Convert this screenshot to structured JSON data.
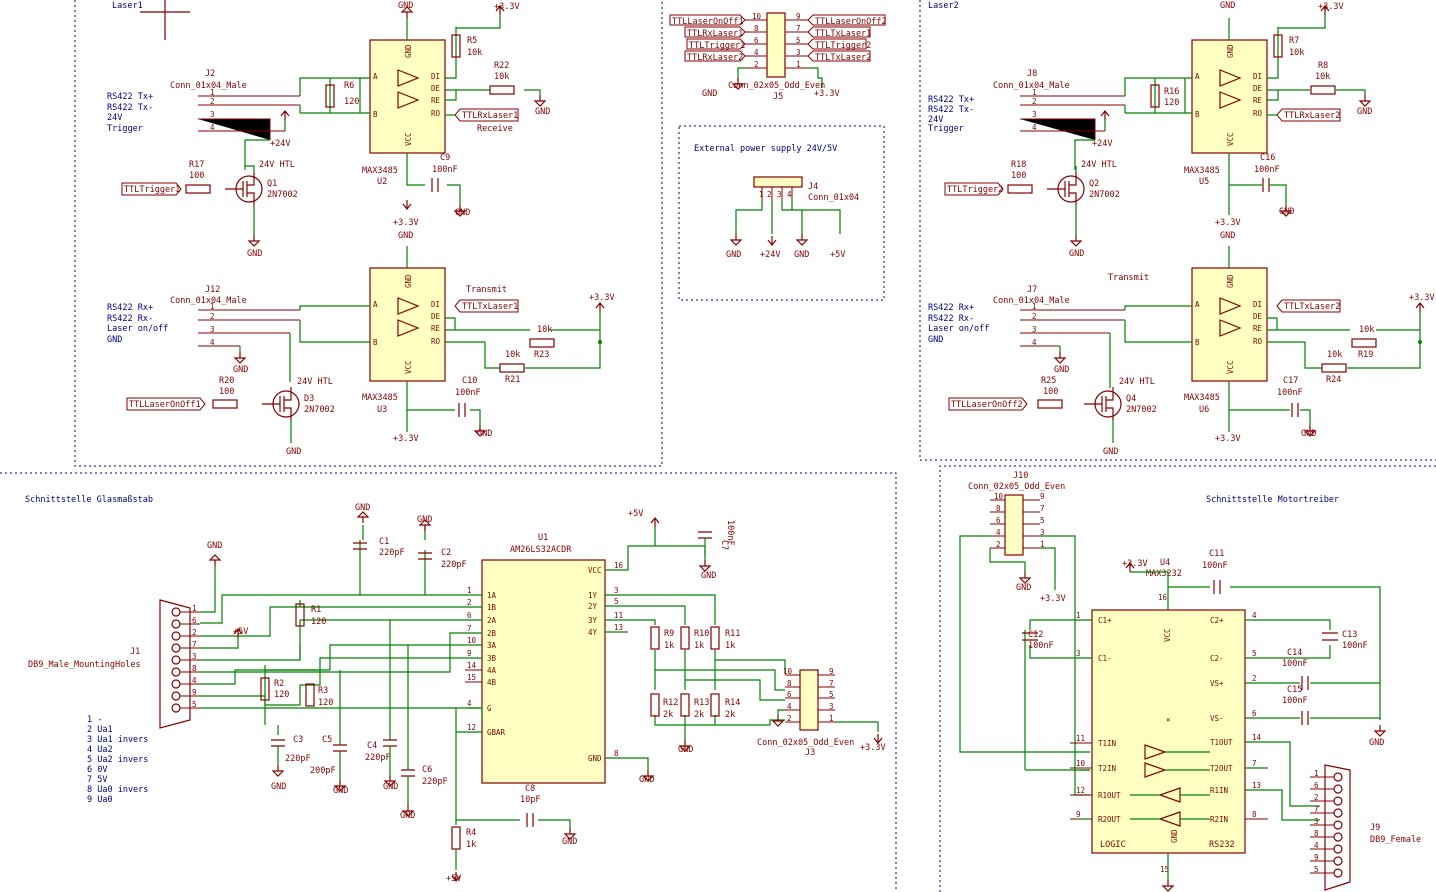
{
  "sheets": {
    "laser1": "Laser1",
    "laser2": "Laser2",
    "glass": "Schnittstelle Glasmaßstab",
    "motor": "Schnittstelle Motortreiber",
    "power": "External power supply 24V/5V"
  },
  "power": {
    "gnd": "GND",
    "v33": "+3.3V",
    "v24": "+24V",
    "v5": "+5V"
  },
  "common": {
    "max3485": "MAX3485",
    "conn4": "Conn_01x04_Male",
    "mosfet": "2N7002",
    "pins": {
      "a": "A",
      "b": "B",
      "di": "DI",
      "de": "DE",
      "re": "RE",
      "ro": "RO",
      "vcc": "VCC",
      "gnd": "GND"
    },
    "lbl24": "24V HTL",
    "receive": "Receive",
    "transmit": "Transmit",
    "val120": "120",
    "val10k": "10k",
    "val100": "100",
    "val100nf": "100nF"
  },
  "laser1": {
    "recv": {
      "j": "J2",
      "u": "U2",
      "r_term": "R6",
      "r_pull": "R5",
      "r_de": "R22",
      "r_gate": "R17",
      "q": "Q1",
      "c": "C9",
      "out_label": "TTLRxLaser1",
      "gate_label": "TTLTrigger1",
      "pinlines": [
        "RS422 Tx+",
        "RS422 Tx-",
        "24V",
        "Trigger"
      ]
    },
    "xmit": {
      "j": "J12",
      "u": "U3",
      "r1": "R23",
      "r2": "R21",
      "r_gate": "R20",
      "q": "D3",
      "c": "C10",
      "in_label": "TTLTxLaser1",
      "gate_label": "TTLLaserOnOff1",
      "pinlines": [
        "RS422 Rx+",
        "RS422 Rx-",
        "Laser on/off",
        "GND"
      ]
    }
  },
  "laser2": {
    "recv": {
      "j": "J8",
      "u": "U5",
      "r_term": "R16",
      "r_pull": "R7",
      "r_de": "R8",
      "r_gate": "R18",
      "q": "Q2",
      "c": "C16",
      "out_label": "TTLRxLaser2",
      "gate_label": "TTLTrigger2",
      "pinlines": [
        "RS422 Tx+",
        "RS422 Tx-",
        "24V",
        "Trigger"
      ]
    },
    "xmit": {
      "j": "J7",
      "u": "U6",
      "r1": "R19",
      "r2": "R24",
      "r_gate": "R25",
      "q": "Q4",
      "c": "C17",
      "in_label": "TTLTxLaser2",
      "gate_label": "TTLLaserOnOff2",
      "pinlines": [
        "RS422 Rx+",
        "RS422 Rx-",
        "Laser on/off",
        "GND"
      ]
    }
  },
  "j5": {
    "ref": "J5",
    "value": "Conn_02x05_Odd_Even",
    "left": [
      "TTLLaserOnOff1",
      "TTLRxLaser1",
      "TTLTrigger1",
      "TTLRxLaser2",
      ""
    ],
    "right": [
      "TTLLaserOnOff2",
      "TTLTxLaser1",
      "TTLTrigger2",
      "TTLTxLaser2",
      ""
    ],
    "leftpins": [
      "10",
      "8",
      "6",
      "4",
      "2"
    ],
    "rightpins": [
      "9",
      "7",
      "5",
      "3",
      "1"
    ]
  },
  "j4": {
    "ref": "J4",
    "value": "Conn_01x04",
    "pins": [
      "1",
      "2",
      "3",
      "4"
    ]
  },
  "glass": {
    "u1": {
      "ref": "U1",
      "value": "AM26LS32ACDR",
      "left": [
        [
          "1",
          "1A"
        ],
        [
          "2",
          "1B"
        ],
        [
          "6",
          "2A"
        ],
        [
          "7",
          "2B"
        ],
        [
          "10",
          "3A"
        ],
        [
          "9",
          "3B"
        ],
        [
          "14",
          "4A"
        ],
        [
          "15",
          "4B"
        ],
        [
          "4",
          "G"
        ],
        [
          "12",
          "GBAR"
        ]
      ],
      "right": [
        [
          "16",
          "VCC"
        ],
        [
          "3",
          "1Y"
        ],
        [
          "5",
          "2Y"
        ],
        [
          "11",
          "3Y"
        ],
        [
          "13",
          "4Y"
        ],
        [
          "8",
          "GND"
        ]
      ]
    },
    "j1": {
      "ref": "J1",
      "value": "DB9_Male_MountingHoles",
      "pins": [
        "1",
        "6",
        "2",
        "7",
        "3",
        "8",
        "4",
        "9",
        "5"
      ]
    },
    "legend": [
      "1 -",
      "2 Ua1",
      "3 Ua1 invers",
      "4 Ua2",
      "5 Ua2 invers",
      "6 0V",
      "7 5V",
      "8 Ua0 invers",
      "9 Ua0"
    ],
    "resistors": [
      {
        "ref": "R1",
        "val": "120"
      },
      {
        "ref": "R2",
        "val": "120"
      },
      {
        "ref": "R3",
        "val": "120"
      },
      {
        "ref": "R9",
        "val": "1k"
      },
      {
        "ref": "R10",
        "val": "1k"
      },
      {
        "ref": "R11",
        "val": "1k"
      },
      {
        "ref": "R12",
        "val": "2k"
      },
      {
        "ref": "R13",
        "val": "2k"
      },
      {
        "ref": "R14",
        "val": "2k"
      },
      {
        "ref": "R4",
        "val": "1k"
      }
    ],
    "caps": [
      {
        "ref": "C1",
        "val": "220pF"
      },
      {
        "ref": "C2",
        "val": "220pF"
      },
      {
        "ref": "C3",
        "val": "220pF"
      },
      {
        "ref": "C4",
        "val": "220pF"
      },
      {
        "ref": "C5",
        "val": "200pF"
      },
      {
        "ref": "C6",
        "val": "220pF"
      },
      {
        "ref": "C7",
        "val": "100nF"
      },
      {
        "ref": "C8",
        "val": "10pF"
      }
    ],
    "j3": {
      "ref": "J3",
      "value": "Conn_02x05_Odd_Even",
      "leftpins": [
        "10",
        "8",
        "6",
        "4",
        "2"
      ],
      "rightpins": [
        "9",
        "7",
        "5",
        "3",
        "1"
      ]
    }
  },
  "motor": {
    "j10": {
      "ref": "J10",
      "value": "Conn_02x05_Odd_Even",
      "leftpins": [
        "10",
        "8",
        "6",
        "4",
        "2"
      ],
      "rightpins": [
        "9",
        "7",
        "5",
        "3",
        "1"
      ]
    },
    "u4": {
      "ref": "U4",
      "value": "MAX3232",
      "left": [
        [
          "1",
          "C1+"
        ],
        [
          "3",
          "C1-"
        ],
        [
          "11",
          "T1IN"
        ],
        [
          "10",
          "T2IN"
        ],
        [
          "12",
          "R1OUT"
        ],
        [
          "9",
          "R2OUT"
        ]
      ],
      "right": [
        [
          "4",
          "C2+"
        ],
        [
          "5",
          "C2-"
        ],
        [
          "2",
          "VS+"
        ],
        [
          "6",
          "VS-"
        ],
        [
          "14",
          "T1OUT"
        ],
        [
          "7",
          "T2OUT"
        ],
        [
          "13",
          "R1IN"
        ],
        [
          "8",
          "R2IN"
        ]
      ],
      "top": [
        "16",
        "VCC"
      ],
      "bottom": [
        "15",
        "GND"
      ],
      "logic": "LOGIC",
      "rs": "RS232"
    },
    "caps": [
      {
        "ref": "C11",
        "val": "100nF"
      },
      {
        "ref": "C12",
        "val": "100nF"
      },
      {
        "ref": "C13",
        "val": "100nF"
      },
      {
        "ref": "C14",
        "val": "100nF"
      },
      {
        "ref": "C15",
        "val": "100nF"
      }
    ],
    "j9": {
      "ref": "J9",
      "value": "DB9_Female",
      "pins": [
        "1",
        "6",
        "2",
        "7",
        "3",
        "8",
        "4",
        "9",
        "5"
      ]
    }
  },
  "colors": {
    "wire": "#008400",
    "part": "#840000",
    "fill": "#ffffc2",
    "label": "#008484",
    "text": "#000080"
  }
}
